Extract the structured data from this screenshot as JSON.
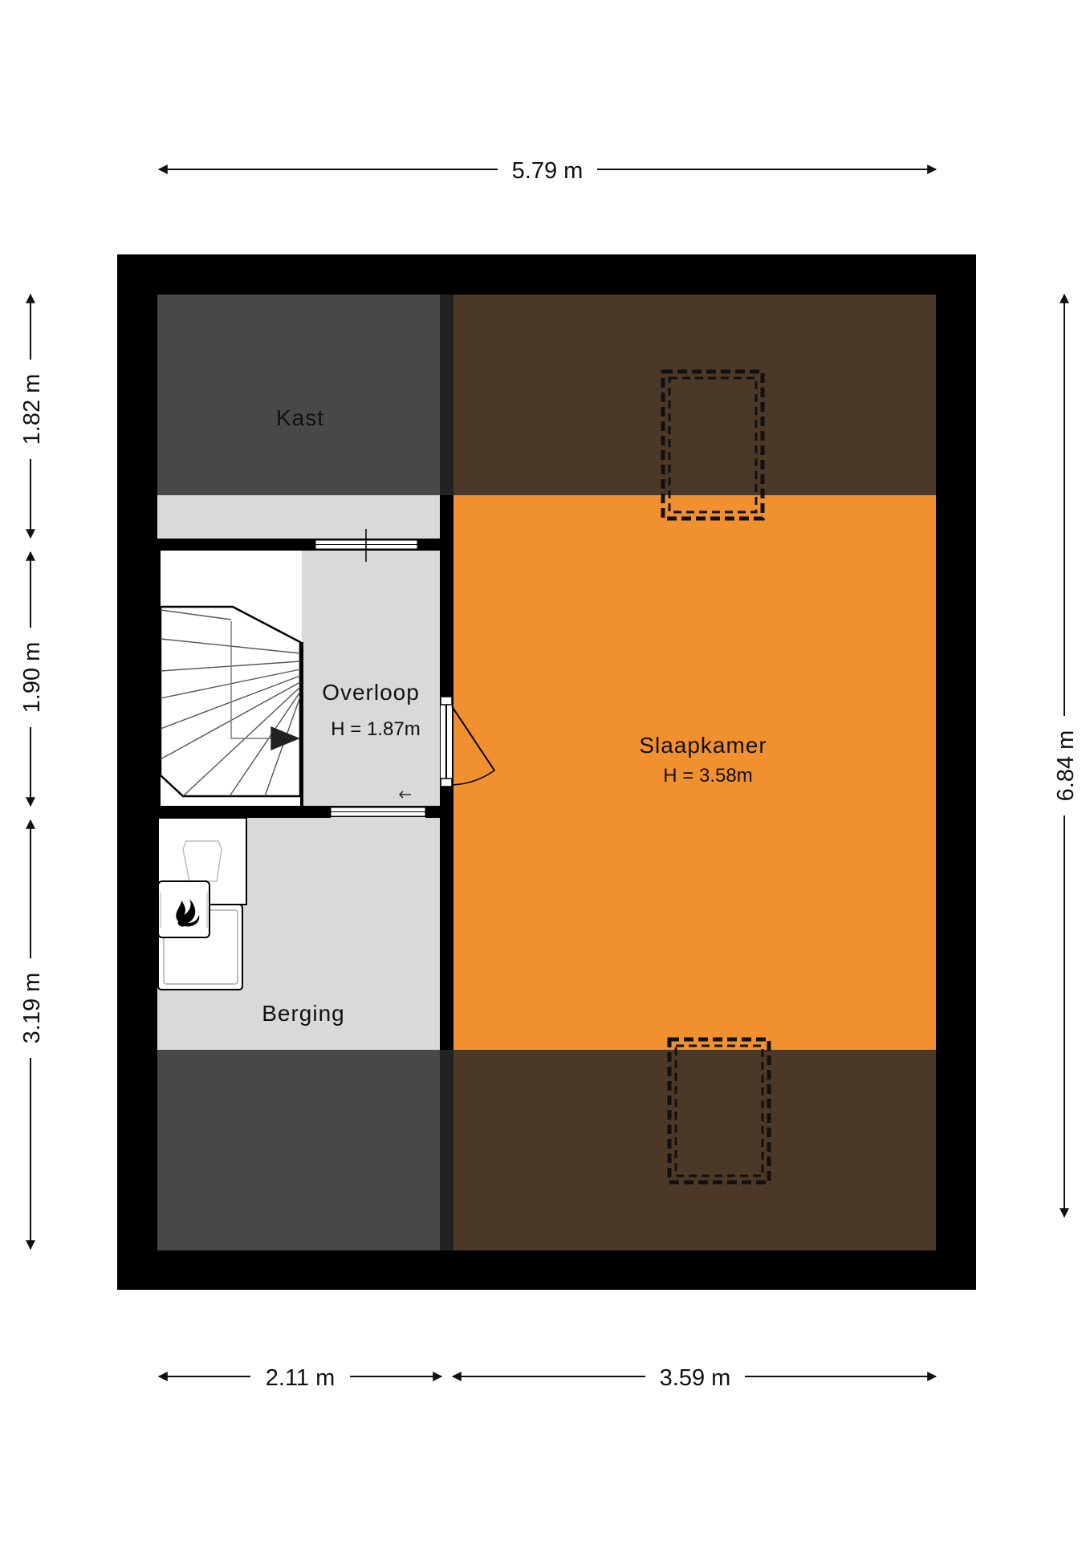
{
  "colors": {
    "outer_wall": "#000000",
    "sloped_area": "#484848",
    "sloped_bedroom": "#4b3826",
    "bedroom_floor": "#f1902f",
    "landing_floor": "#d9d9d9",
    "stair_floor": "#ffffff",
    "dimension_line": "#111111"
  },
  "dimensions": {
    "top_total": "5.79 m",
    "bottom_left": "2.11 m",
    "bottom_right": "3.59 m",
    "left_top": "1.82 m",
    "left_middle": "1.90 m",
    "left_bottom": "3.19 m",
    "right_total": "6.84 m"
  },
  "rooms": {
    "kast": {
      "name": "Kast"
    },
    "overloop": {
      "name": "Overloop",
      "height": "H = 1.87m"
    },
    "slaapkamer": {
      "name": "Slaapkamer",
      "height": "H = 3.58m"
    },
    "berging": {
      "name": "Berging"
    }
  },
  "icons": [
    "staircase-icon",
    "skylight-icon",
    "door-swing-icon",
    "boiler-icon",
    "washing-machine-icon",
    "window-icon",
    "arrow-icon"
  ]
}
